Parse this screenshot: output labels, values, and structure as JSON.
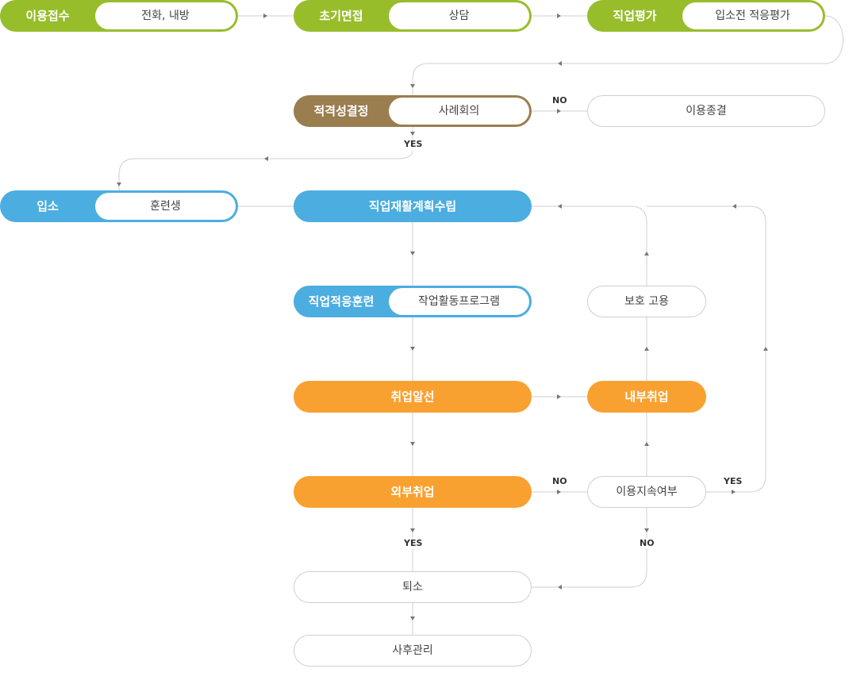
{
  "colors": {
    "intake": "#98bd2b",
    "decision": "#9a7e50",
    "training": "#4bade0",
    "employment": "#f9a130",
    "connector": "#cfcfcf",
    "arrow": "#777777"
  },
  "nodes": {
    "intake": {
      "label": "이용접수",
      "detail": "전화, 내방"
    },
    "interview": {
      "label": "초기면접",
      "detail": "상담"
    },
    "evaluation": {
      "label": "직업평가",
      "detail": "입소전 적응평가"
    },
    "eligibility": {
      "label": "적격성결정",
      "detail": "사례회의"
    },
    "termination": {
      "label": "이용종결"
    },
    "admission": {
      "label": "입소",
      "detail": "훈련생"
    },
    "plan": {
      "label": "직업재활계획수립"
    },
    "adaptation": {
      "label": "직업적응훈련",
      "detail": "작업활동프로그램"
    },
    "protected": {
      "label": "보호 고용"
    },
    "placement": {
      "label": "취업알선"
    },
    "internal": {
      "label": "내부취업"
    },
    "external": {
      "label": "외부취업"
    },
    "continuation": {
      "label": "이용지속여부"
    },
    "discharge": {
      "label": "퇴소"
    },
    "followup": {
      "label": "사후관리"
    }
  },
  "edge_labels": {
    "eligibility_no": "NO",
    "eligibility_yes": "YES",
    "external_no": "NO",
    "external_yes": "YES",
    "continuation_yes": "YES",
    "continuation_no": "NO"
  }
}
